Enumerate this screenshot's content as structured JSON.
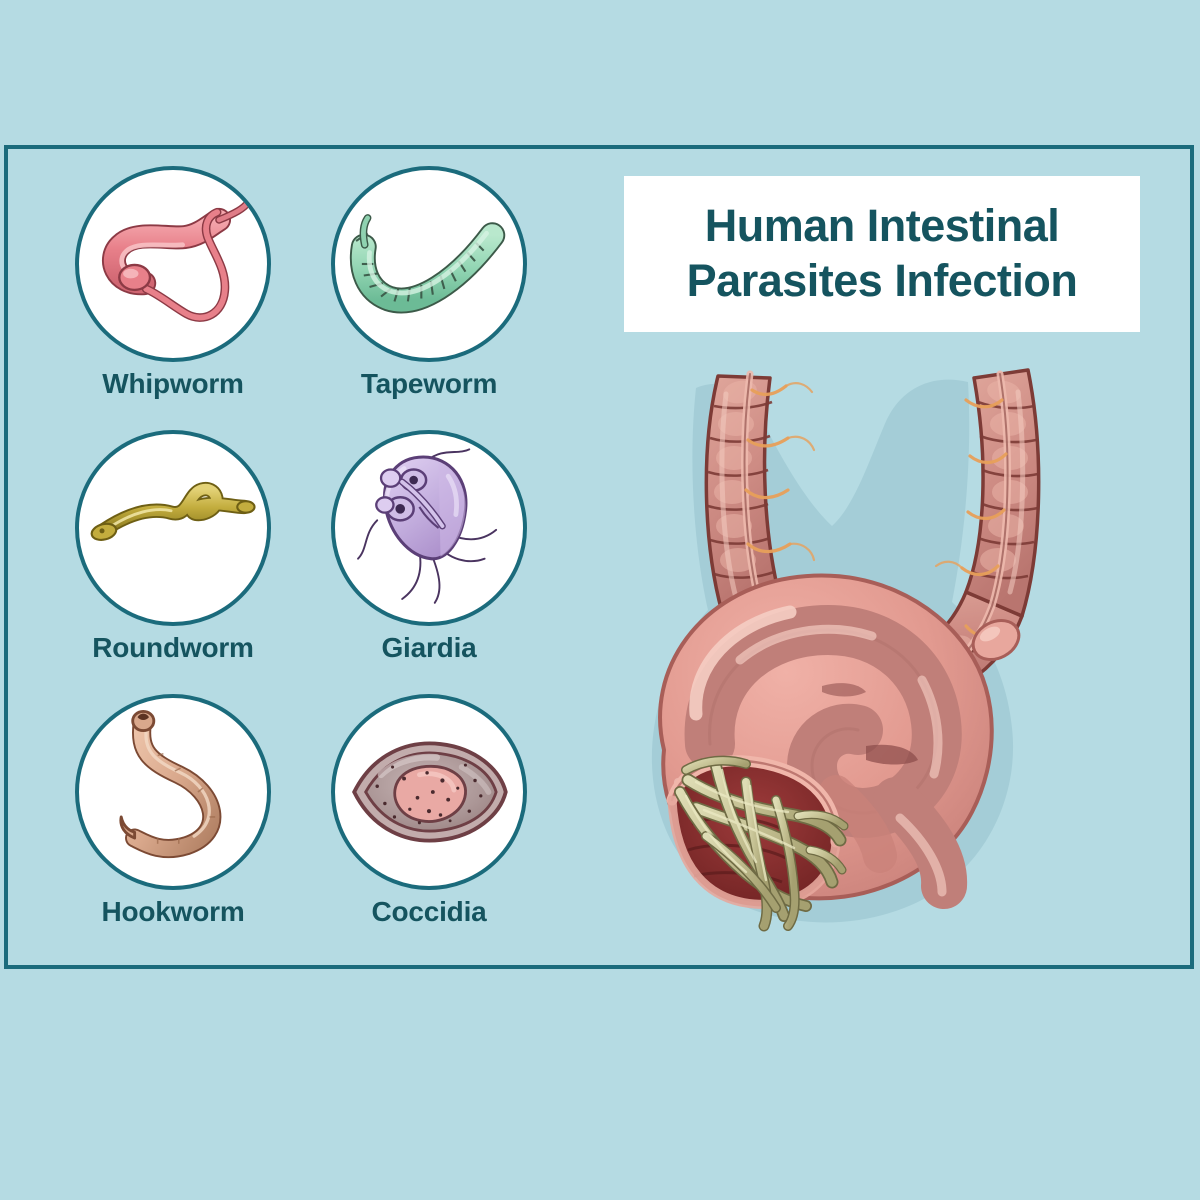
{
  "poster": {
    "background_color": "#b5dbe3",
    "frame_color": "#1b6b7c",
    "accent_color": "#15545f"
  },
  "title": {
    "line1": "Human Intestinal",
    "line2": "Parasites Infection",
    "card_background": "#ffffff",
    "text_color": "#15545f"
  },
  "parasites": [
    {
      "label": "Whipworm",
      "icon": "whipworm-illustration",
      "body_color": "#e8808a",
      "outline_color": "#8c3a45"
    },
    {
      "label": "Tapeworm",
      "icon": "tapeworm-illustration",
      "body_color": "#93d6b4",
      "outline_color": "#3c5a49"
    },
    {
      "label": "Roundworm",
      "icon": "roundworm-illustration",
      "body_color": "#c3ad3e",
      "outline_color": "#7a6a1c"
    },
    {
      "label": "Giardia",
      "icon": "giardia-illustration",
      "body_color": "#c3aede",
      "outline_color": "#5b3f77"
    },
    {
      "label": "Hookworm",
      "icon": "hookworm-illustration",
      "body_color": "#d9a88c",
      "outline_color": "#7c4a34"
    },
    {
      "label": "Coccidia",
      "icon": "coccidia-illustration",
      "body_color": "#b39c9c",
      "outline_color": "#6e3f45"
    }
  ],
  "anatomy": {
    "name": "human-intestine-illustration",
    "colon_color": "#cf8d85",
    "colon_highlight": "#e3a79b",
    "colon_outline": "#7d3b36",
    "vessel_color": "#e8a05a",
    "small_intestine_color": "#e6a098",
    "worm_color": "#cbc79a",
    "worm_outline": "#6f6b44",
    "shadow_color": "#9bc5cf"
  }
}
